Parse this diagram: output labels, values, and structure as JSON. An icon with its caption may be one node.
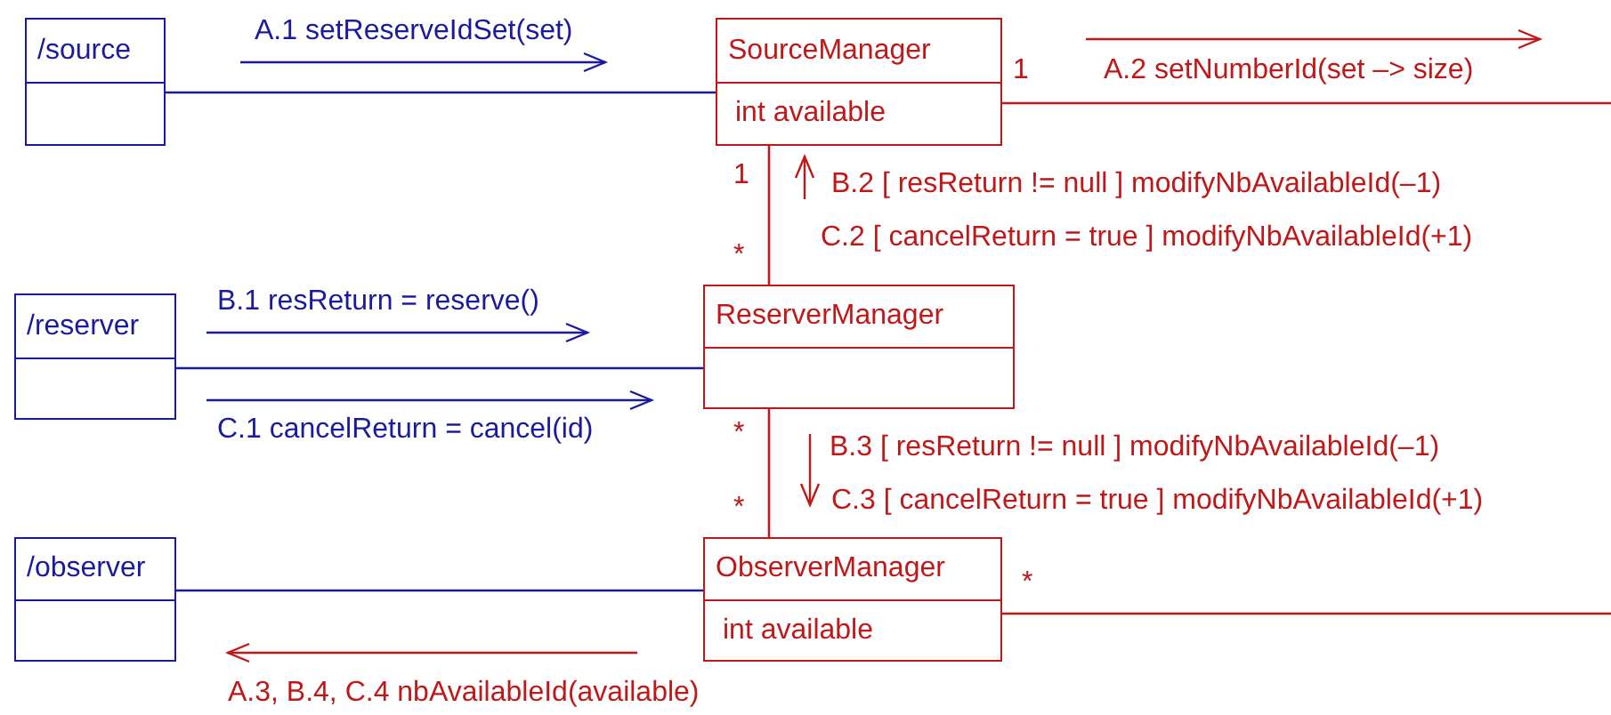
{
  "diagram": {
    "nodes": [
      {
        "text": [
          "/source"
        ]
      },
      {
        "text": [
          "SourceManager",
          "int available"
        ]
      },
      {
        "text": [
          "/reserver"
        ]
      },
      {
        "text": [
          "ReserverManager"
        ]
      },
      {
        "text": [
          "/observer"
        ]
      },
      {
        "text": [
          "ObserverManager",
          "int available"
        ]
      }
    ],
    "edges": [
      {
        "from": 0,
        "to": 1,
        "arrow": "none",
        "color": "#1a1aa0"
      },
      {
        "from": 1,
        "to": null,
        "arrow": "none"
      },
      {
        "from": 1,
        "to": 3,
        "arrow": "none"
      },
      {
        "from": 2,
        "to": 3,
        "arrow": "none",
        "color": "#1a1aa0"
      },
      {
        "from": 3,
        "to": 5,
        "arrow": "none"
      },
      {
        "from": 4,
        "to": 5,
        "arrow": "none",
        "color": "#1a1aa0"
      },
      {
        "from": 5,
        "to": null,
        "arrow": "none"
      }
    ],
    "labels": [
      "A.1 setReserveIdSet(set)",
      "1",
      "A.2 setNumberId(set –> size)",
      "1",
      "B.2 [ resReturn != null ] modifyNbAvailableId(–1)",
      "*",
      "C.2 [ cancelReturn = true ] modifyNbAvailableId(+1)",
      "B.1 resReturn = reserve()",
      "C.1 cancelReturn = cancel(id)",
      "*",
      "B.3 [ resReturn != null ] modifyNbAvailableId(–1)",
      "*",
      "C.3 [ cancelReturn = true ] modifyNbAvailableId(+1)",
      "*",
      "A.3, B.4, C.4 nbAvailableId(available)"
    ]
  }
}
